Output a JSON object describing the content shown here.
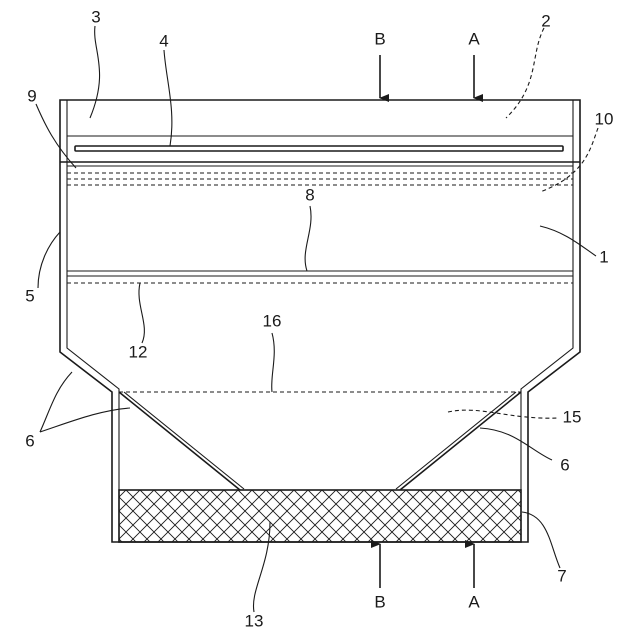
{
  "labels": {
    "r1": "1",
    "r2": "2",
    "r3": "3",
    "r4": "4",
    "r5": "5",
    "r6a": "6",
    "r6b": "6",
    "r7": "7",
    "r8": "8",
    "r9": "9",
    "r10": "10",
    "r12": "12",
    "r13": "13",
    "r15": "15",
    "r16": "16",
    "arrow_b_top": "B",
    "arrow_a_top": "A",
    "arrow_b_bottom": "B",
    "arrow_a_bottom": "A"
  }
}
